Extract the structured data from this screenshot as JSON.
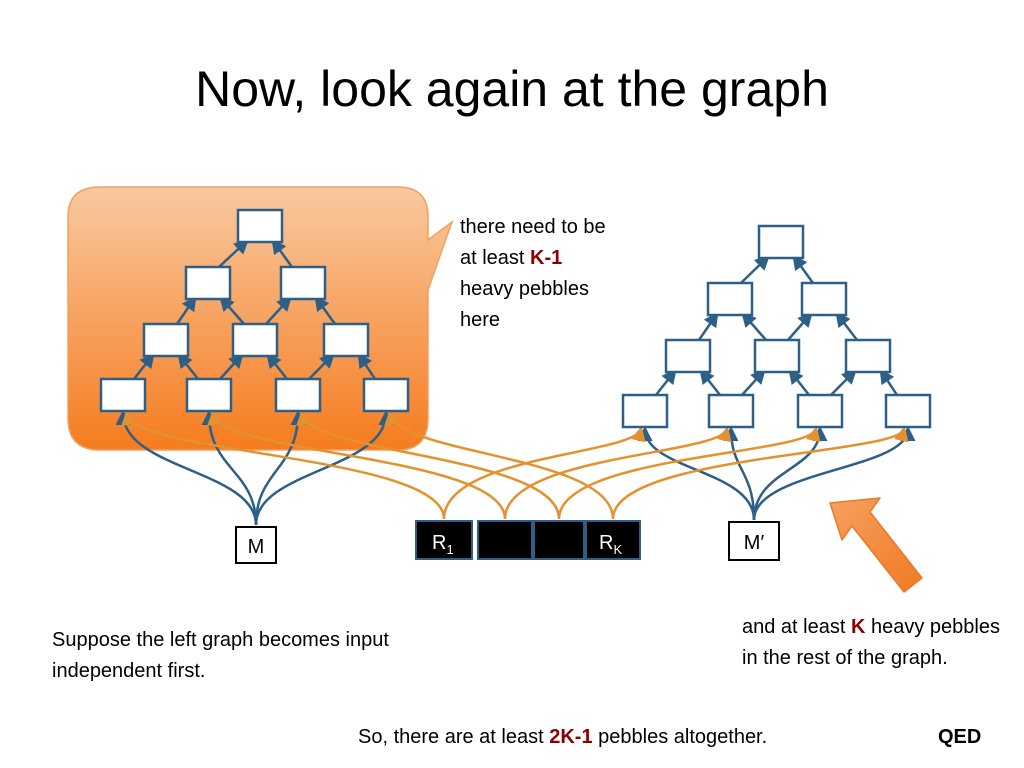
{
  "title": "Now, look again at the graph",
  "callout": {
    "line1": "there need to be",
    "line2_prefix": "at least ",
    "line2_emph": "K-1",
    "line3": "heavy pebbles",
    "line4": "here"
  },
  "bottom_left": {
    "text": "Suppose the left graph becomes input independent first."
  },
  "bottom_right": {
    "prefix": "and at least ",
    "emph": "K",
    "suffix": " heavy pebbles in the rest of the graph."
  },
  "summary": {
    "prefix": "So, there are at least ",
    "emph": "2K-1",
    "suffix": " pebbles altogether."
  },
  "qed": "QED",
  "nodes": {
    "m_left": "M",
    "m_right": "M′",
    "r1": "R",
    "r1_sub": "1",
    "rk": "R",
    "rk_sub": "K"
  },
  "colors": {
    "callout_top": "#f9c9a0",
    "callout_bottom": "#f57c1f",
    "graph_edge": "#2e5f86",
    "orange_edge": "#e3922f",
    "arrow": "#f48a3a",
    "register_fill": "#000000",
    "emphasis": "#8b0000"
  }
}
